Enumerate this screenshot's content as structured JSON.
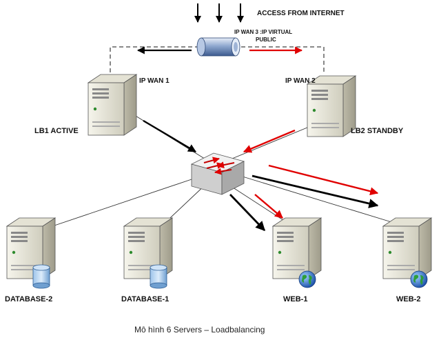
{
  "labels": {
    "access": "ACCESS FROM INTERNET",
    "ip_wan3_line1": "IP WAN 3 :IP VIRTUAL",
    "ip_wan3_line2": "PUBLIC",
    "ip_wan1": "IP WAN 1",
    "ip_wan2": "IP WAN 2",
    "lb1": "LB1 ACTIVE",
    "lb2": "LB2 STANDBY",
    "db2": "DATABASE-2",
    "db1": "DATABASE-1",
    "web1": "WEB-1",
    "web2": "WEB-2"
  },
  "caption": "Mô hình 6 Servers – Loadbalancing",
  "colors": {
    "active_flow": "#000000",
    "standby_flow": "#e00000",
    "link": "#333333",
    "server_body": "#e6e4d6"
  },
  "icons": [
    "router-tube-icon",
    "server-icon",
    "switch-icon",
    "database-icon",
    "globe-icon"
  ]
}
